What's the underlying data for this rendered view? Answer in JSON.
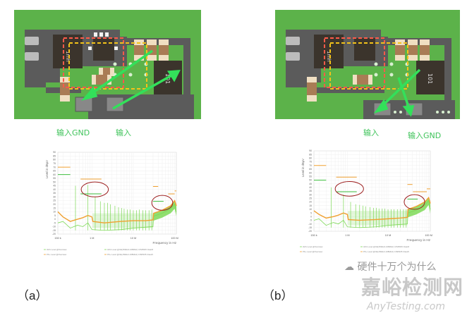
{
  "panels": [
    {
      "caption": "（a）",
      "pcb_labels": {
        "gnd": "输入GND",
        "input": "输入"
      },
      "part_marks": {
        "ic": "1mh",
        "inductor": "101"
      }
    },
    {
      "caption": "（b）",
      "pcb_labels": {
        "gnd": "输入GND",
        "input": "输入"
      },
      "part_marks": {
        "ic": "1mh",
        "inductor": "101"
      }
    }
  ],
  "colors": {
    "board": "#5cb24a",
    "copper": "#5b5b5b",
    "arrow": "#33e05a",
    "pk": "#f0a030",
    "av": "#7ed957",
    "ellipse": "#9b1c1c",
    "label": "#3fc35a"
  },
  "watermarks": {
    "wechat": "硬件十万个为什么",
    "site_cn": "嘉峪检测网",
    "site_en": "AnyTesting.com"
  },
  "chart_data": [
    {
      "type": "line",
      "title": "",
      "xlabel": "Frequency in Hz",
      "ylabel": "Level in dBµV",
      "xscale": "log",
      "xlim_mhz": [
        0.15,
        110
      ],
      "ylim": [
        -20,
        90
      ],
      "yticks": [
        -20,
        -15,
        -10,
        -5,
        0,
        5,
        10,
        15,
        20,
        25,
        30,
        35,
        40,
        45,
        50,
        55,
        60,
        65,
        70,
        75,
        80,
        85,
        90
      ],
      "xticks": [
        {
          "v": 0.15,
          "label": "150 k"
        },
        {
          "v": 1,
          "label": "1 M"
        },
        {
          "v": 10,
          "label": "10 M"
        },
        {
          "v": 100,
          "label": "100 M"
        }
      ],
      "grid": true,
      "legend": [
        "AVG Level @Overview",
        "PK+ Level @Overview",
        "AVG Level @CE(150kHz-108MHz) CISPR25 Class5",
        "PK+ Level @CE(150kHz-108MHz) CISPR25 Class5"
      ],
      "limits_pk": [
        [
          0.15,
          0.3,
          70
        ],
        [
          0.53,
          1.7,
          54
        ],
        [
          30,
          40,
          44
        ],
        [
          70,
          100,
          34
        ],
        [
          100,
          110,
          38
        ]
      ],
      "limits_av": [
        [
          0.15,
          0.3,
          60
        ],
        [
          0.53,
          1.7,
          34
        ],
        [
          30,
          54,
          24
        ]
      ],
      "pk_floor": [
        [
          0.15,
          10
        ],
        [
          0.2,
          3
        ],
        [
          0.3,
          -3
        ],
        [
          0.45,
          0
        ],
        [
          0.6,
          2
        ],
        [
          0.8,
          5
        ],
        [
          1,
          3
        ],
        [
          1.05,
          -3
        ],
        [
          2,
          -5
        ],
        [
          5,
          -3
        ],
        [
          10,
          -2
        ],
        [
          20,
          -2
        ],
        [
          30,
          -1
        ],
        [
          31,
          8
        ],
        [
          50,
          12
        ],
        [
          80,
          18
        ],
        [
          100,
          25
        ],
        [
          110,
          18
        ]
      ],
      "av_floor": [
        [
          0.15,
          -5
        ],
        [
          0.2,
          -3
        ],
        [
          0.3,
          -12
        ],
        [
          0.45,
          -8
        ],
        [
          0.6,
          -10
        ],
        [
          0.8,
          -5
        ],
        [
          1,
          -14
        ],
        [
          2,
          -15
        ],
        [
          5,
          -14
        ],
        [
          10,
          -12
        ],
        [
          30,
          -10
        ],
        [
          31,
          4
        ],
        [
          50,
          8
        ],
        [
          80,
          14
        ],
        [
          100,
          20
        ],
        [
          110,
          10
        ]
      ],
      "harmonic_peaks": [
        [
          0.4,
          45
        ],
        [
          0.8,
          46
        ],
        [
          1.2,
          30
        ],
        [
          1.6,
          24
        ],
        [
          2,
          22
        ],
        [
          2.4,
          22
        ],
        [
          2.8,
          20
        ],
        [
          3.6,
          18
        ],
        [
          4.4,
          16
        ],
        [
          5.2,
          15
        ],
        [
          6,
          14
        ],
        [
          7.2,
          13
        ],
        [
          8.4,
          13
        ],
        [
          10,
          12
        ],
        [
          12,
          12
        ],
        [
          14,
          13
        ],
        [
          17,
          12
        ],
        [
          20,
          12
        ],
        [
          24,
          12
        ],
        [
          28,
          13
        ]
      ],
      "annotations": [
        [
          0.55,
          2.5,
          30,
          50
        ],
        [
          28,
          90,
          12,
          32
        ]
      ]
    },
    {
      "type": "line",
      "title": "",
      "xlabel": "Frequency in Hz",
      "ylabel": "Level in dBµV",
      "xscale": "log",
      "xlim_mhz": [
        0.15,
        110
      ],
      "ylim": [
        -20,
        90
      ],
      "yticks": [
        -20,
        -15,
        -10,
        -5,
        0,
        5,
        10,
        15,
        20,
        25,
        30,
        35,
        40,
        45,
        50,
        55,
        60,
        65,
        70,
        75,
        80,
        85,
        90
      ],
      "xticks": [
        {
          "v": 0.15,
          "label": "150 k"
        },
        {
          "v": 1,
          "label": "1 M"
        },
        {
          "v": 10,
          "label": "10 M"
        },
        {
          "v": 100,
          "label": "100 M"
        }
      ],
      "grid": true,
      "legend": [
        "AVG Level @Overview",
        "PK+ Level @Overview",
        "AVG Level @CE(150kHz-108MHz) CISPR25 Class5",
        "PK+ Level @CE(150kHz-108MHz) CISPR25 Class5"
      ],
      "limits_pk": [
        [
          0.15,
          0.3,
          70
        ],
        [
          0.53,
          1.7,
          54
        ],
        [
          30,
          40,
          44
        ],
        [
          41,
          90,
          34
        ],
        [
          90,
          110,
          38
        ]
      ],
      "limits_av": [
        [
          0.15,
          0.3,
          50
        ],
        [
          0.53,
          1.7,
          34
        ],
        [
          30,
          54,
          24
        ]
      ],
      "pk_floor": [
        [
          0.15,
          8
        ],
        [
          0.2,
          3
        ],
        [
          0.3,
          -2
        ],
        [
          0.45,
          0
        ],
        [
          0.6,
          2
        ],
        [
          0.8,
          5
        ],
        [
          1,
          3
        ],
        [
          1.05,
          -4
        ],
        [
          2,
          -5
        ],
        [
          5,
          -4
        ],
        [
          10,
          -3
        ],
        [
          20,
          -2
        ],
        [
          30,
          -1
        ],
        [
          31,
          10
        ],
        [
          50,
          14
        ],
        [
          80,
          20
        ],
        [
          100,
          26
        ],
        [
          110,
          18
        ]
      ],
      "av_floor": [
        [
          0.15,
          -5
        ],
        [
          0.2,
          -3
        ],
        [
          0.3,
          -12
        ],
        [
          0.45,
          -8
        ],
        [
          0.6,
          -10
        ],
        [
          0.8,
          -5
        ],
        [
          1,
          -14
        ],
        [
          2,
          -15
        ],
        [
          5,
          -14
        ],
        [
          10,
          -12
        ],
        [
          30,
          -10
        ],
        [
          31,
          5
        ],
        [
          50,
          9
        ],
        [
          80,
          15
        ],
        [
          100,
          22
        ],
        [
          110,
          10
        ]
      ],
      "harmonic_peaks": [
        [
          0.4,
          40
        ],
        [
          0.8,
          30
        ],
        [
          1.2,
          20
        ],
        [
          1.6,
          17
        ],
        [
          2,
          16
        ],
        [
          2.4,
          15
        ],
        [
          2.8,
          14
        ],
        [
          3.6,
          13
        ],
        [
          4.4,
          12
        ],
        [
          5.2,
          12
        ],
        [
          6,
          11
        ],
        [
          7.2,
          11
        ],
        [
          8.4,
          11
        ],
        [
          10,
          10
        ],
        [
          12,
          10
        ],
        [
          14,
          10
        ],
        [
          17,
          10
        ],
        [
          20,
          10
        ],
        [
          24,
          10
        ],
        [
          28,
          10
        ]
      ],
      "annotations": [
        [
          0.5,
          2.5,
          28,
          48
        ],
        [
          25,
          80,
          10,
          30
        ]
      ]
    }
  ]
}
